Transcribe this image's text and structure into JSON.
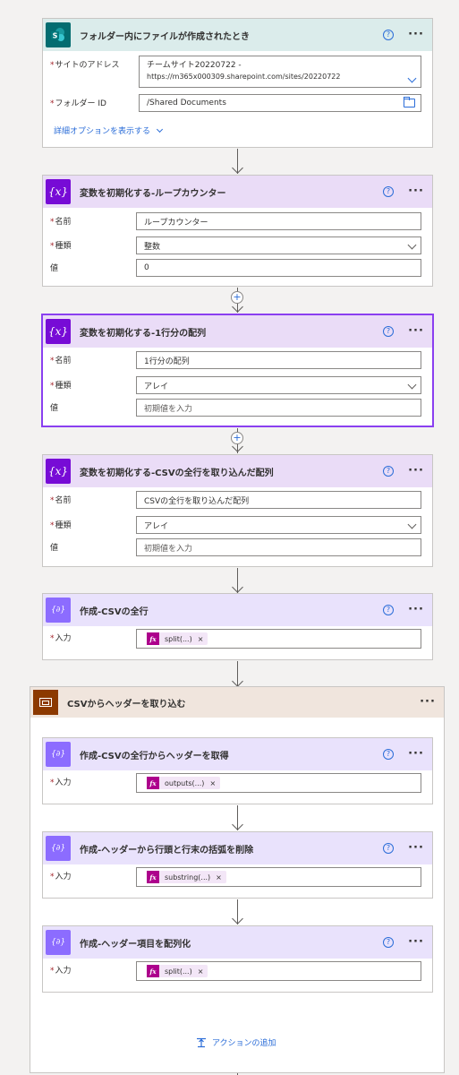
{
  "cards": {
    "trigger": {
      "title": "フォルダー内にファイルが作成されたとき",
      "site_label": "サイトのアドレス",
      "site_line1": "チームサイト20220722 -",
      "site_line2": "https://m365x000309.sharepoint.com/sites/20220722",
      "folder_label": "フォルダー ID",
      "folder_value": "/Shared Documents",
      "advanced_link": "詳細オプションを表示する"
    },
    "init_counter": {
      "title": "変数を初期化する-ループカウンター",
      "name_label": "名前",
      "name_value": "ループカウンター",
      "type_label": "種類",
      "type_value": "整数",
      "value_label": "値",
      "value_value": "0"
    },
    "init_row": {
      "title": "変数を初期化する-1行分の配列",
      "name_label": "名前",
      "name_value": "1行分の配列",
      "type_label": "種類",
      "type_value": "アレイ",
      "value_label": "値",
      "value_placeholder": "初期値を入力"
    },
    "init_csv": {
      "title": "変数を初期化する-CSVの全行を取り込んだ配列",
      "name_label": "名前",
      "name_value": "CSVの全行を取り込んだ配列",
      "type_label": "種類",
      "type_value": "アレイ",
      "value_label": "値",
      "value_placeholder": "初期値を入力"
    },
    "compose_all": {
      "title": "作成-CSVの全行",
      "input_label": "入力",
      "token": "split(...)"
    },
    "scope": {
      "title": "CSVからヘッダーを取り込む"
    },
    "compose_header": {
      "title": "作成-CSVの全行からヘッダーを取得",
      "input_label": "入力",
      "token": "outputs(...)"
    },
    "compose_trim": {
      "title": "作成-ヘッダーから行頭と行末の括弧を削除",
      "input_label": "入力",
      "token": "substring(...)"
    },
    "compose_array": {
      "title": "作成-ヘッダー項目を配列化",
      "input_label": "入力",
      "token": "split(...)"
    }
  },
  "common": {
    "help_glyph": "?",
    "more_glyph": "···",
    "remove_glyph": "×",
    "fx_glyph": "fx",
    "plus_glyph": "+",
    "var_glyph": "{x}",
    "compose_glyph": "{∂}",
    "sp_glyph": "S",
    "required_mark": "*"
  },
  "add_action_label": "アクションの追加",
  "colors": {
    "sharepoint": "#036c70",
    "sharepoint_header": "#dbeceb",
    "variable": "#770bd6",
    "variable_header": "#eadcf7",
    "compose": "#8c6cff",
    "compose_header": "#e9e2fc",
    "scope": "#8c3900",
    "scope_header": "#f0e5dd",
    "token_fx": "#ad008c",
    "link": "#2b6dd8",
    "required": "#a4262c"
  }
}
